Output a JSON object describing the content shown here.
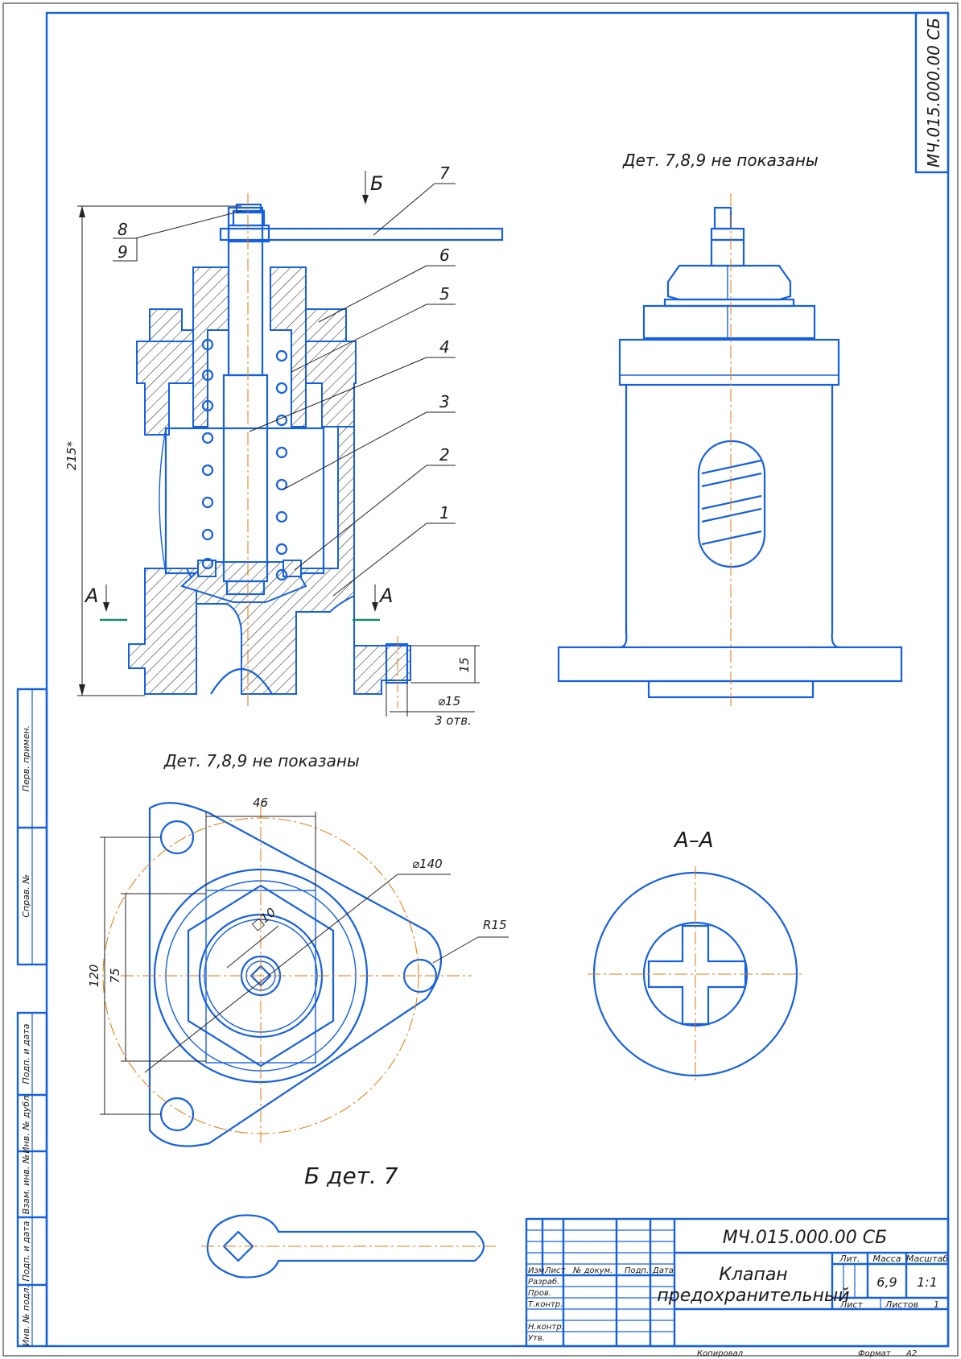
{
  "designation": "МЧ.015.000.00 СБ",
  "title_block": {
    "name_line1": "Клапан",
    "name_line2": "предохранительный",
    "lit_label": "Лит.",
    "mass_label": "Масса",
    "scale_label": "Масштаб",
    "mass_value": "6,9",
    "scale_value": "1:1",
    "sheet_label": "Лист",
    "sheets_label": "Листов",
    "sheets_value": "1",
    "col_izm": "Изм.",
    "col_list": "Лист",
    "col_doc": "№ докум.",
    "col_sign": "Подп.",
    "col_date": "Дата",
    "row_razrab": "Разраб.",
    "row_prov": "Пров.",
    "row_tkontr": "Т.контр.",
    "row_nkontr": "Н.контр.",
    "row_utv": "Утв.",
    "copied": "Копировал",
    "format_label": "Формат",
    "format_value": "А2"
  },
  "side_stamps": {
    "perv_primen": "Перв. примен.",
    "sprav": "Справ. №",
    "podp_data_1": "Подп. и дата",
    "inv_dubl": "Инв. № дубл.",
    "vzam_inv": "Взам. инв. №",
    "podp_data_2": "Подп. и дата",
    "inv_podl": "Инв. № подл."
  },
  "notes": {
    "details_not_shown_right": "Дет. 7,8,9 не показаны",
    "details_not_shown_bottom": "Дет. 7,8,9 не показаны",
    "section_aa": "А–А",
    "view_b": "Б дет. 7"
  },
  "section_marks": {
    "a_left": "А",
    "a_right": "А",
    "b_top": "Б"
  },
  "callouts": [
    "1",
    "2",
    "3",
    "4",
    "5",
    "6",
    "7",
    "8",
    "9"
  ],
  "dimensions": {
    "overall_height": "215*",
    "flange_thk": "15",
    "hole_dia": "⌀15",
    "holes_count": "3 отв.",
    "width_46": "46",
    "dia_140": "⌀140",
    "r15": "R15",
    "h120": "120",
    "h75": "75",
    "sq10": "□10"
  }
}
